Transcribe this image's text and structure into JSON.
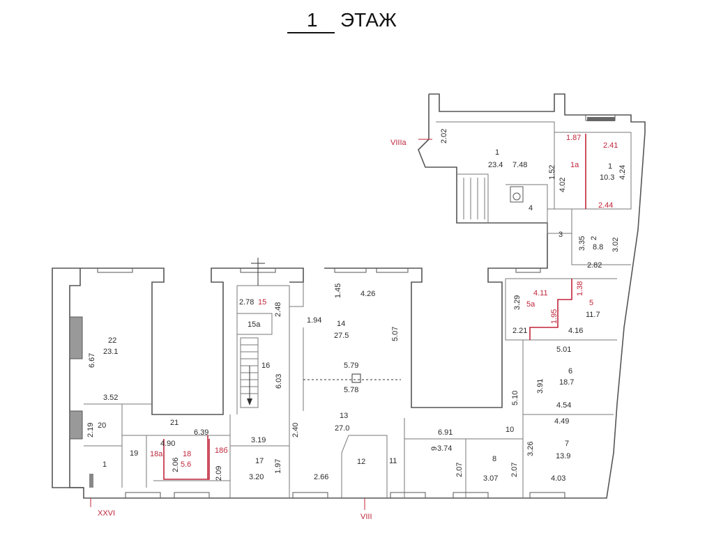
{
  "title": {
    "number": "1",
    "word": "ЭТАЖ"
  },
  "markers": {
    "viiia": "VIIIa",
    "viii": "VIII",
    "xxvi": "XXVI"
  },
  "rooms": [
    {
      "id": "1_top",
      "num": "1",
      "area": "23.4",
      "dims": [
        "7.48",
        "2.02",
        "1.52"
      ]
    },
    {
      "id": "1a",
      "num": "1а",
      "dims": [
        "1.87",
        "4.02"
      ]
    },
    {
      "id": "1_right",
      "num": "1",
      "area": "10.3",
      "dims": [
        "2.41",
        "4.24",
        "2.44"
      ]
    },
    {
      "id": "2",
      "num": "2",
      "area": "8.8",
      "dims": [
        "3.35",
        "3.02",
        "2.82"
      ]
    },
    {
      "id": "3",
      "num": "3"
    },
    {
      "id": "4",
      "num": "4"
    },
    {
      "id": "5",
      "num": "5",
      "area": "11.7",
      "dims": [
        "4.11",
        "1.38",
        "4.16",
        "1.95"
      ]
    },
    {
      "id": "5a",
      "num": "5а",
      "dims": [
        "3.29",
        "2.21"
      ]
    },
    {
      "id": "6",
      "num": "6",
      "area": "18.7",
      "dims": [
        "5.01",
        "3.91",
        "4.54",
        "5.10"
      ]
    },
    {
      "id": "7",
      "num": "7",
      "area": "13.9",
      "dims": [
        "4.49",
        "3.26",
        "4.03"
      ]
    },
    {
      "id": "8",
      "num": "8",
      "dims": [
        "3.07",
        "2.07"
      ]
    },
    {
      "id": "9",
      "num": "9",
      "dims": [
        "3.74",
        "2.07",
        "6.91"
      ]
    },
    {
      "id": "10",
      "num": "10"
    },
    {
      "id": "11",
      "num": "11"
    },
    {
      "id": "12",
      "num": "12"
    },
    {
      "id": "13",
      "num": "13",
      "area": "27.0",
      "dims": [
        "5.78",
        "2.40",
        "2.66"
      ]
    },
    {
      "id": "14",
      "num": "14",
      "area": "27.5",
      "dims": [
        "4.26",
        "5.07",
        "1.45",
        "1.94",
        "5.79"
      ]
    },
    {
      "id": "15",
      "num": "15",
      "dims": [
        "2.78",
        "2.48"
      ]
    },
    {
      "id": "15a",
      "num": "15а"
    },
    {
      "id": "16",
      "num": "16",
      "dims": [
        "6.03"
      ]
    },
    {
      "id": "17",
      "num": "17",
      "dims": [
        "3.19",
        "3.20",
        "1.97"
      ]
    },
    {
      "id": "18",
      "num": "18",
      "area": "5.6",
      "dims": [
        "4.90",
        "2.06",
        "2.09"
      ]
    },
    {
      "id": "18a",
      "num": "18а"
    },
    {
      "id": "18b",
      "num": "18б"
    },
    {
      "id": "19",
      "num": "19"
    },
    {
      "id": "20",
      "num": "20",
      "dims": [
        "2.19"
      ]
    },
    {
      "id": "21",
      "num": "21",
      "dims": [
        "6.39"
      ]
    },
    {
      "id": "22",
      "num": "22",
      "area": "23.1",
      "dims": [
        "6.67",
        "3.52"
      ]
    },
    {
      "id": "1_bottom",
      "num": "1"
    }
  ]
}
